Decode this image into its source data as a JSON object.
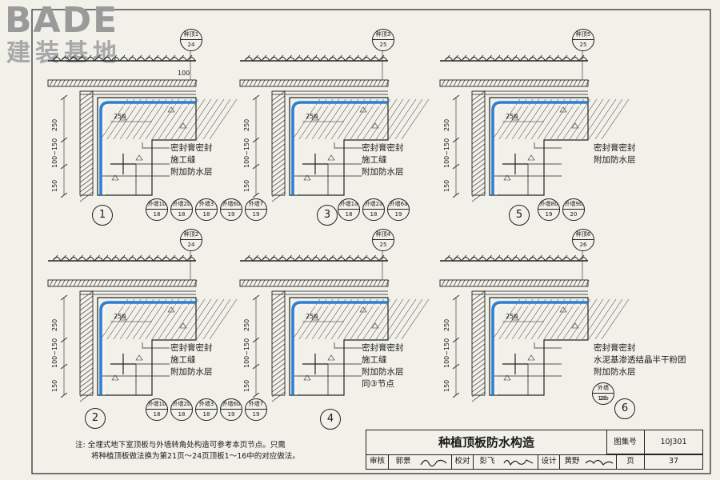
{
  "logo": {
    "brand": "BADE",
    "subtitle": "建装基地"
  },
  "details": [
    {
      "num": "1",
      "ref": {
        "top": "种顶1",
        "bottom": "24"
      },
      "dims": {
        "width_top": "100",
        "slab_inner": "250",
        "d1": "250",
        "d2": "100~150",
        "d3": "150"
      },
      "labels": [
        "密封膏密封",
        "施工缝",
        "附加防水层"
      ],
      "wall_refs": [
        {
          "top": "外墙1b",
          "bottom": "18"
        },
        {
          "top": "外墙2b",
          "bottom": "18"
        },
        {
          "top": "外墙3",
          "bottom": "18"
        },
        {
          "top": "外墙6b",
          "bottom": "19"
        },
        {
          "top": "外墙7",
          "bottom": "19"
        }
      ]
    },
    {
      "num": "3",
      "ref": {
        "top": "种顶3",
        "bottom": "25"
      },
      "dims": {
        "slab_inner": "250",
        "d1": "250",
        "d2": "100~150",
        "d3": "150"
      },
      "labels": [
        "密封膏密封",
        "施工缝",
        "附加防水层"
      ],
      "wall_refs": [
        {
          "top": "外墙1a",
          "bottom": "18"
        },
        {
          "top": "外墙2a",
          "bottom": "18"
        },
        {
          "top": "外墙6a",
          "bottom": "19"
        }
      ]
    },
    {
      "num": "5",
      "ref": {
        "top": "种顶5",
        "bottom": "25"
      },
      "dims": {
        "slab_inner": "250",
        "d1": "250",
        "d2": "100~150",
        "d3": "150"
      },
      "labels": [
        "密封膏密封",
        "附加防水层"
      ],
      "wall_refs": [
        {
          "top": "外墙8b",
          "bottom": "19"
        },
        {
          "top": "外墙9b",
          "bottom": "20"
        }
      ]
    },
    {
      "num": "2",
      "ref": {
        "top": "种顶2",
        "bottom": "24"
      },
      "dims": {
        "slab_inner": "250",
        "d1": "250",
        "d2": "100~150",
        "d3": "150"
      },
      "labels": [
        "密封膏密封",
        "施工缝",
        "附加防水层"
      ],
      "wall_refs": [
        {
          "top": "外墙1b",
          "bottom": "18"
        },
        {
          "top": "外墙2b",
          "bottom": "18"
        },
        {
          "top": "外墙3",
          "bottom": "18"
        },
        {
          "top": "外墙6b",
          "bottom": "19"
        },
        {
          "top": "外墙7",
          "bottom": "19"
        }
      ]
    },
    {
      "num": "4",
      "ref": {
        "top": "种顶4",
        "bottom": "25"
      },
      "dims": {
        "slab_inner": "250",
        "d1": "250",
        "d2": "100~150",
        "d3": "150"
      },
      "labels": [
        "密封膏密封",
        "施工缝",
        "附加防水层",
        "同③节点"
      ],
      "wall_refs": []
    },
    {
      "num": "6",
      "ref": {
        "top": "种顶6",
        "bottom": "26"
      },
      "dims": {
        "slab_inner": "250",
        "d1": "250",
        "d2": "100~150",
        "d3": "150"
      },
      "labels": [
        "密封膏密封",
        "水泥基渗透结晶半干粉团",
        "附加防水层"
      ],
      "wall_refs": [
        {
          "top": "外墙10b",
          "bottom": "20"
        }
      ]
    }
  ],
  "note": {
    "prefix": "注:",
    "line1": "全埋式地下室顶板与外墙转角处构造可参考本页节点。只需",
    "line2": "将种植顶板做法换为第21页～24页顶板1～16中的对应做法。"
  },
  "titleblock": {
    "title": "种植顶板防水构造",
    "atlas_label": "图集号",
    "atlas_no": "10J301",
    "review_label": "审核",
    "reviewer": "郭景",
    "check_label": "校对",
    "checker": "彭飞",
    "design_label": "设计",
    "designer": "黄野",
    "page_label": "页",
    "page_no": "37"
  },
  "colors": {
    "membrane": "#2a7fd4",
    "line": "#1a1a1a",
    "paper": "#f1f0e9"
  }
}
